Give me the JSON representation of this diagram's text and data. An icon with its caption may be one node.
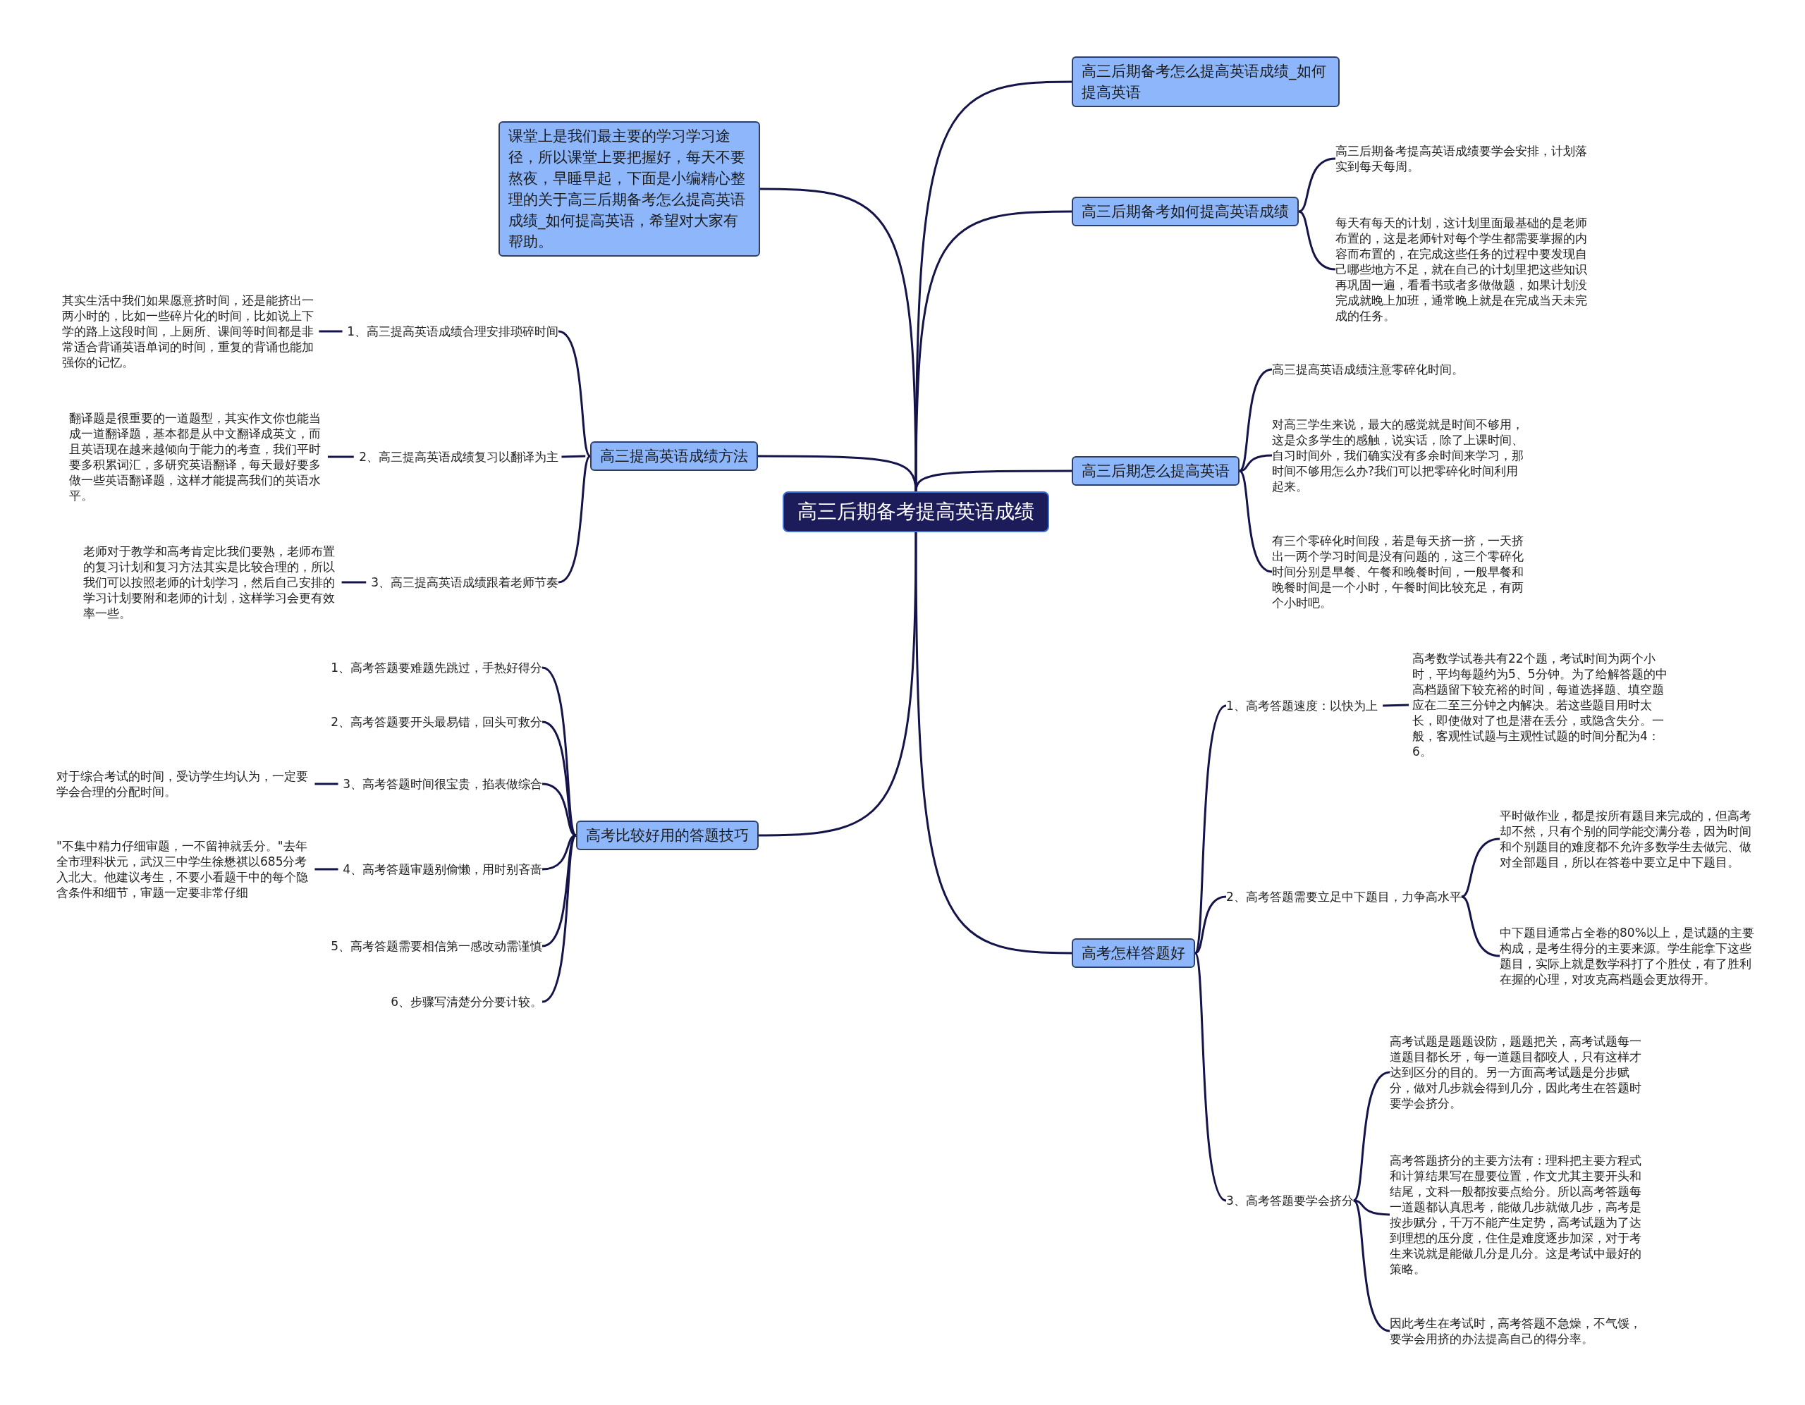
{
  "diagram": {
    "nodes": [
      {
        "text": [
          "高三后期备考提高英语成绩"
        ]
      },
      {
        "text": [
          "课堂上是我们最主要的学习学习途径，所以课堂上要把握好，每天不要熬夜，早睡早起，下面是小编精心整理的关于高三后期备考怎么提高英语成绩_如何提高英语，希望对大家有帮助。"
        ]
      },
      {
        "text": [
          "高三提高英语成绩方法"
        ]
      },
      {
        "text": [
          "1、高三提高英语成绩合理安排琐碎时间"
        ]
      },
      {
        "text": [
          "其实生活中我们如果愿意挤时间，还是能挤出一两小时的，比如一些碎片化的时间，比如说上下学的路上这段时间，上厕所、课间等时间都是非常适合背诵英语单词的时间，重复的背诵也能加强你的记忆。"
        ]
      },
      {
        "text": [
          "2、高三提高英语成绩复习以翻译为主"
        ]
      },
      {
        "text": [
          "翻译题是很重要的一道题型，其实作文你也能当成一道翻译题，基本都是从中文翻译成英文，而且英语现在越来越倾向于能力的考查，我们平时要多积累词汇，多研究英语翻译，每天最好要多做一些英语翻译题，这样才能提高我们的英语水平。"
        ]
      },
      {
        "text": [
          "3、高三提高英语成绩跟着老师节奏"
        ]
      },
      {
        "text": [
          "老师对于教学和高考肯定比我们要熟，老师布置的复习计划和复习方法其实是比较合理的，所以我们可以按照老师的计划学习，然后自己安排的学习计划要附和老师的计划，这样学习会更有效率一些。"
        ]
      },
      {
        "text": [
          "高考比较好用的答题技巧"
        ]
      },
      {
        "text": [
          "1、高考答题要难题先跳过，手热好得分"
        ]
      },
      {
        "text": [
          "2、高考答题要开头最易错，回头可救分"
        ]
      },
      {
        "text": [
          "3、高考答题时间很宝贵，掐表做综合"
        ]
      },
      {
        "text": [
          "对于综合考试的时间，受访学生均认为，一定要学会合理的分配时间。"
        ]
      },
      {
        "text": [
          "4、高考答题审题别偷懒，用时别吝啬"
        ]
      },
      {
        "text": [
          "\"不集中精力仔细审题，一不留神就丢分。\"去年全市理科状元，武汉三中学生徐懋祺以685分考入北大。他建议考生，不要小看题干中的每个隐含条件和细节，审题一定要非常仔细"
        ]
      },
      {
        "text": [
          "5、高考答题需要相信第一感改动需谨慎"
        ]
      },
      {
        "text": [
          "6、步骤写清楚分分要计较。"
        ]
      },
      {
        "text": [
          "高三后期备考怎么提高英语成绩_如何提高英语"
        ]
      },
      {
        "text": [
          "高三后期备考如何提高英语成绩"
        ]
      },
      {
        "text": [
          "高三后期备考提高英语成绩要学会安排，计划落实到每天每周。"
        ]
      },
      {
        "text": [
          "每天有每天的计划，这计划里面最基础的是老师布置的，这是老师针对每个学生都需要掌握的内容而布置的，在完成这些任务的过程中要发现自己哪些地方不足，就在自己的计划里把这些知识再巩固一遍，看看书或者多做做题，如果计划没完成就晚上加班，通常晚上就是在完成当天未完成的任务。"
        ]
      },
      {
        "text": [
          "高三后期怎么提高英语"
        ]
      },
      {
        "text": [
          "高三提高英语成绩注意零碎化时间。"
        ]
      },
      {
        "text": [
          "对高三学生来说，最大的感觉就是时间不够用，这是众多学生的感触，说实话，除了上课时间、自习时间外，我们确实没有多余时间来学习，那时间不够用怎么办?我们可以把零碎化时间利用起来。"
        ]
      },
      {
        "text": [
          "有三个零碎化时间段，若是每天挤一挤，一天挤出一两个学习时间是没有问题的，这三个零碎化时间分别是早餐、午餐和晚餐时间，一般早餐和晚餐时间是一个小时，午餐时间比较充足，有两个小时吧。"
        ]
      },
      {
        "text": [
          "高考怎样答题好"
        ]
      },
      {
        "text": [
          "1、高考答题速度：以快为上"
        ]
      },
      {
        "text": [
          "高考数学试卷共有22个题，考试时间为两个小时，平均每题约为5、5分钟。为了给解答题的中高档题留下较充裕的时间，每道选择题、填空题应在二至三分钟之内解决。若这些题目用时太长，即使做对了也是潜在丢分，或隐含失分。一般，客观性试题与主观性试题的时间分配为4：6。"
        ]
      },
      {
        "text": [
          "2、高考答题需要立足中下题目，力争高水平"
        ]
      },
      {
        "text": [
          "平时做作业，都是按所有题目来完成的，但高考却不然，只有个别的同学能交满分卷，因为时间和个别题目的难度都不允许多数学生去做完、做对全部题目，所以在答卷中要立足中下题目。"
        ]
      },
      {
        "text": [
          "中下题目通常占全卷的80%以上，是试题的主要构成，是考生得分的主要来源。学生能拿下这些题目，实际上就是数学科打了个胜仗，有了胜利在握的心理，对攻克高档题会更放得开。"
        ]
      },
      {
        "text": [
          "3、高考答题要学会挤分"
        ]
      },
      {
        "text": [
          "高考试题是题题设防，题题把关，高考试题每一道题目都长牙，每一道题目都咬人，只有这样才达到区分的目的。另一方面高考试题是分步赋分，做对几步就会得到几分，因此考生在答题时要学会挤分。"
        ]
      },
      {
        "text": [
          "高考答题挤分的主要方法有：理科把主要方程式和计算结果写在显要位置，作文尤其主要开头和结尾，文科一般都按要点给分。所以高考答题每一道题都认真思考，能做几步就做几步，高考是按步赋分，千万不能产生定势，高考试题为了达到理想的压分度，住住是难度逐步加深，对于考生来说就是能做几分是几分。这是考试中最好的策略。"
        ]
      },
      {
        "text": [
          "因此考生在考试时，高考答题不急燥，不气馁，要学会用挤的办法提高自己的得分率。"
        ]
      }
    ],
    "edges": [
      {
        "from": 0,
        "to": 1,
        "arrow": "none"
      },
      {
        "from": 0,
        "to": 2,
        "arrow": "none"
      },
      {
        "from": 2,
        "to": 3,
        "arrow": "none"
      },
      {
        "from": 3,
        "to": 4,
        "arrow": "none"
      },
      {
        "from": 2,
        "to": 5,
        "arrow": "none"
      },
      {
        "from": 5,
        "to": 6,
        "arrow": "none"
      },
      {
        "from": 2,
        "to": 7,
        "arrow": "none"
      },
      {
        "from": 7,
        "to": 8,
        "arrow": "none"
      },
      {
        "from": 0,
        "to": 9,
        "arrow": "none"
      },
      {
        "from": 9,
        "to": 10,
        "arrow": "none"
      },
      {
        "from": 9,
        "to": 11,
        "arrow": "none"
      },
      {
        "from": 9,
        "to": 12,
        "arrow": "none"
      },
      {
        "from": 12,
        "to": 13,
        "arrow": "none"
      },
      {
        "from": 9,
        "to": 14,
        "arrow": "none"
      },
      {
        "from": 14,
        "to": 15,
        "arrow": "none"
      },
      {
        "from": 9,
        "to": 16,
        "arrow": "none"
      },
      {
        "from": 9,
        "to": 17,
        "arrow": "none"
      },
      {
        "from": 0,
        "to": 18,
        "arrow": "none"
      },
      {
        "from": 0,
        "to": 19,
        "arrow": "none"
      },
      {
        "from": 19,
        "to": 20,
        "arrow": "none"
      },
      {
        "from": 19,
        "to": 21,
        "arrow": "none"
      },
      {
        "from": 0,
        "to": 22,
        "arrow": "none"
      },
      {
        "from": 22,
        "to": 23,
        "arrow": "none"
      },
      {
        "from": 22,
        "to": 24,
        "arrow": "none"
      },
      {
        "from": 22,
        "to": 25,
        "arrow": "none"
      },
      {
        "from": 0,
        "to": 26,
        "arrow": "none"
      },
      {
        "from": 26,
        "to": 27,
        "arrow": "none"
      },
      {
        "from": 27,
        "to": 28,
        "arrow": "none"
      },
      {
        "from": 26,
        "to": 29,
        "arrow": "none"
      },
      {
        "from": 29,
        "to": 30,
        "arrow": "none"
      },
      {
        "from": 29,
        "to": 31,
        "arrow": "none"
      },
      {
        "from": 26,
        "to": 32,
        "arrow": "none"
      },
      {
        "from": 32,
        "to": 33,
        "arrow": "none"
      },
      {
        "from": 32,
        "to": 34,
        "arrow": "none"
      },
      {
        "from": 32,
        "to": 35,
        "arrow": "none"
      }
    ]
  }
}
